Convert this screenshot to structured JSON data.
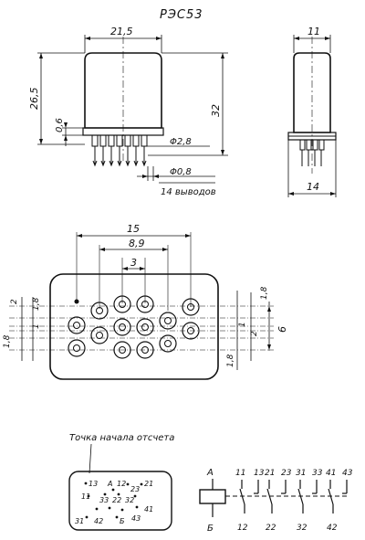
{
  "title": "РЭС53",
  "front_view": {
    "width_dim": "21,5",
    "height_dim": "32",
    "body_height_dim": "26,5",
    "offset_dim": "0,6",
    "pin_dia_1": "Φ2,8",
    "pin_dia_2": "Φ0,8",
    "pins_note": "14 выводов"
  },
  "side_view": {
    "top_dim": "11",
    "bottom_dim": "14"
  },
  "pin_layout": {
    "dim_overall": "15",
    "dim_mid": "8,9",
    "dim_pitch": "3",
    "dim_left_2": "2",
    "dim_left_1_8": "1,8",
    "dim_left_1": "1",
    "dim_left_1_8b": "1,8",
    "dim_right_1_8": "1,8",
    "dim_right_1": "1",
    "dim_right_2": "2",
    "dim_right_6": "6",
    "dim_right_1_8b": "1,8"
  },
  "reference_view": {
    "caption": "Точка начала отсчета",
    "labels": [
      "13",
      "А",
      "12",
      "23",
      "21",
      "11",
      "33",
      "22",
      "32",
      "31",
      "42",
      "Б",
      "43",
      "41"
    ]
  },
  "schematic": {
    "coil_top": "А",
    "coil_bottom": "Б",
    "top_pins": [
      "11",
      "13",
      "21",
      "23",
      "31",
      "33",
      "41",
      "43"
    ],
    "bottom_pins": [
      "12",
      "22",
      "32",
      "42"
    ]
  }
}
